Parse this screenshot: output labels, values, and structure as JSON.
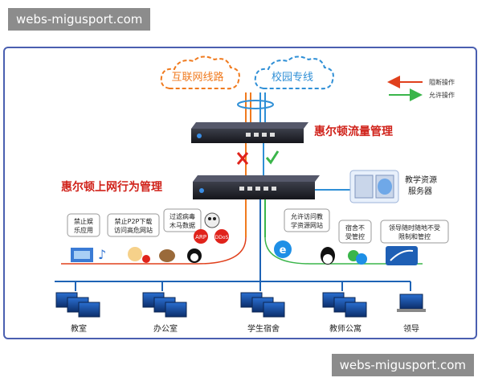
{
  "watermark_top": "webs-migusport.com",
  "watermark_bottom": "webs-migusport.com",
  "clouds": {
    "internet": "互联网线路",
    "campus": "校园专线"
  },
  "legend": {
    "block": "阻断操作",
    "allow": "允许操作",
    "block_color": "#e0401c",
    "allow_color": "#3ab54a"
  },
  "devices": {
    "traffic_mgmt": "惠尔顿流量管理",
    "behavior_mgmt": "惠尔顿上网行为管理"
  },
  "server": {
    "label_line1": "教学资源",
    "label_line2": "服务器"
  },
  "blocked_bubbles": [
    {
      "line1": "禁止娱",
      "line2": "乐应用"
    },
    {
      "line1": "禁止P2P下载",
      "line2": "访问高危网站"
    },
    {
      "line1": "过滤病毒",
      "line2": "木马数据"
    }
  ],
  "allowed_bubbles": [
    {
      "line1": "允许访问教",
      "line2": "学资源网站"
    },
    {
      "line1": "宿舍不",
      "line2": "受管控"
    },
    {
      "line1": "领导随时随地不受",
      "line2": "限制和管控"
    }
  ],
  "skull_badges": {
    "arp": "ARP",
    "ddos": "DDoS"
  },
  "locations": [
    {
      "name": "教室"
    },
    {
      "name": "办公室"
    },
    {
      "name": "学生宿舍"
    },
    {
      "name": "教师公寓"
    },
    {
      "name": "领导"
    }
  ],
  "colors": {
    "frame": "#4a5fb0",
    "device_label": "#d0231b",
    "internet_line": "#f07a1e",
    "campus_line": "#2f8fd6",
    "network_line": "#1e63b5"
  }
}
